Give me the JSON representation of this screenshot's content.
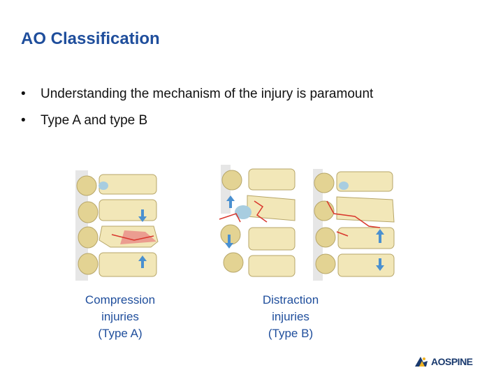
{
  "slide": {
    "title": "AO Classification",
    "bullets": [
      "Understanding the mechanism of the injury is paramount",
      "Type A and type B"
    ],
    "bullet_glyph": "•"
  },
  "captions": {
    "compression": [
      "Compression",
      "injuries",
      "(Type A)"
    ],
    "distraction": [
      "Distraction",
      "injuries",
      "(Type B)"
    ]
  },
  "logo": {
    "text": "AOSPINE"
  },
  "colors": {
    "title": "#1f4e9c",
    "caption": "#1f4e9c",
    "bone": "#f2e7b8",
    "bone_shade": "#d9c98a",
    "fracture": "#d9362c",
    "arrow": "#4a90d0"
  }
}
